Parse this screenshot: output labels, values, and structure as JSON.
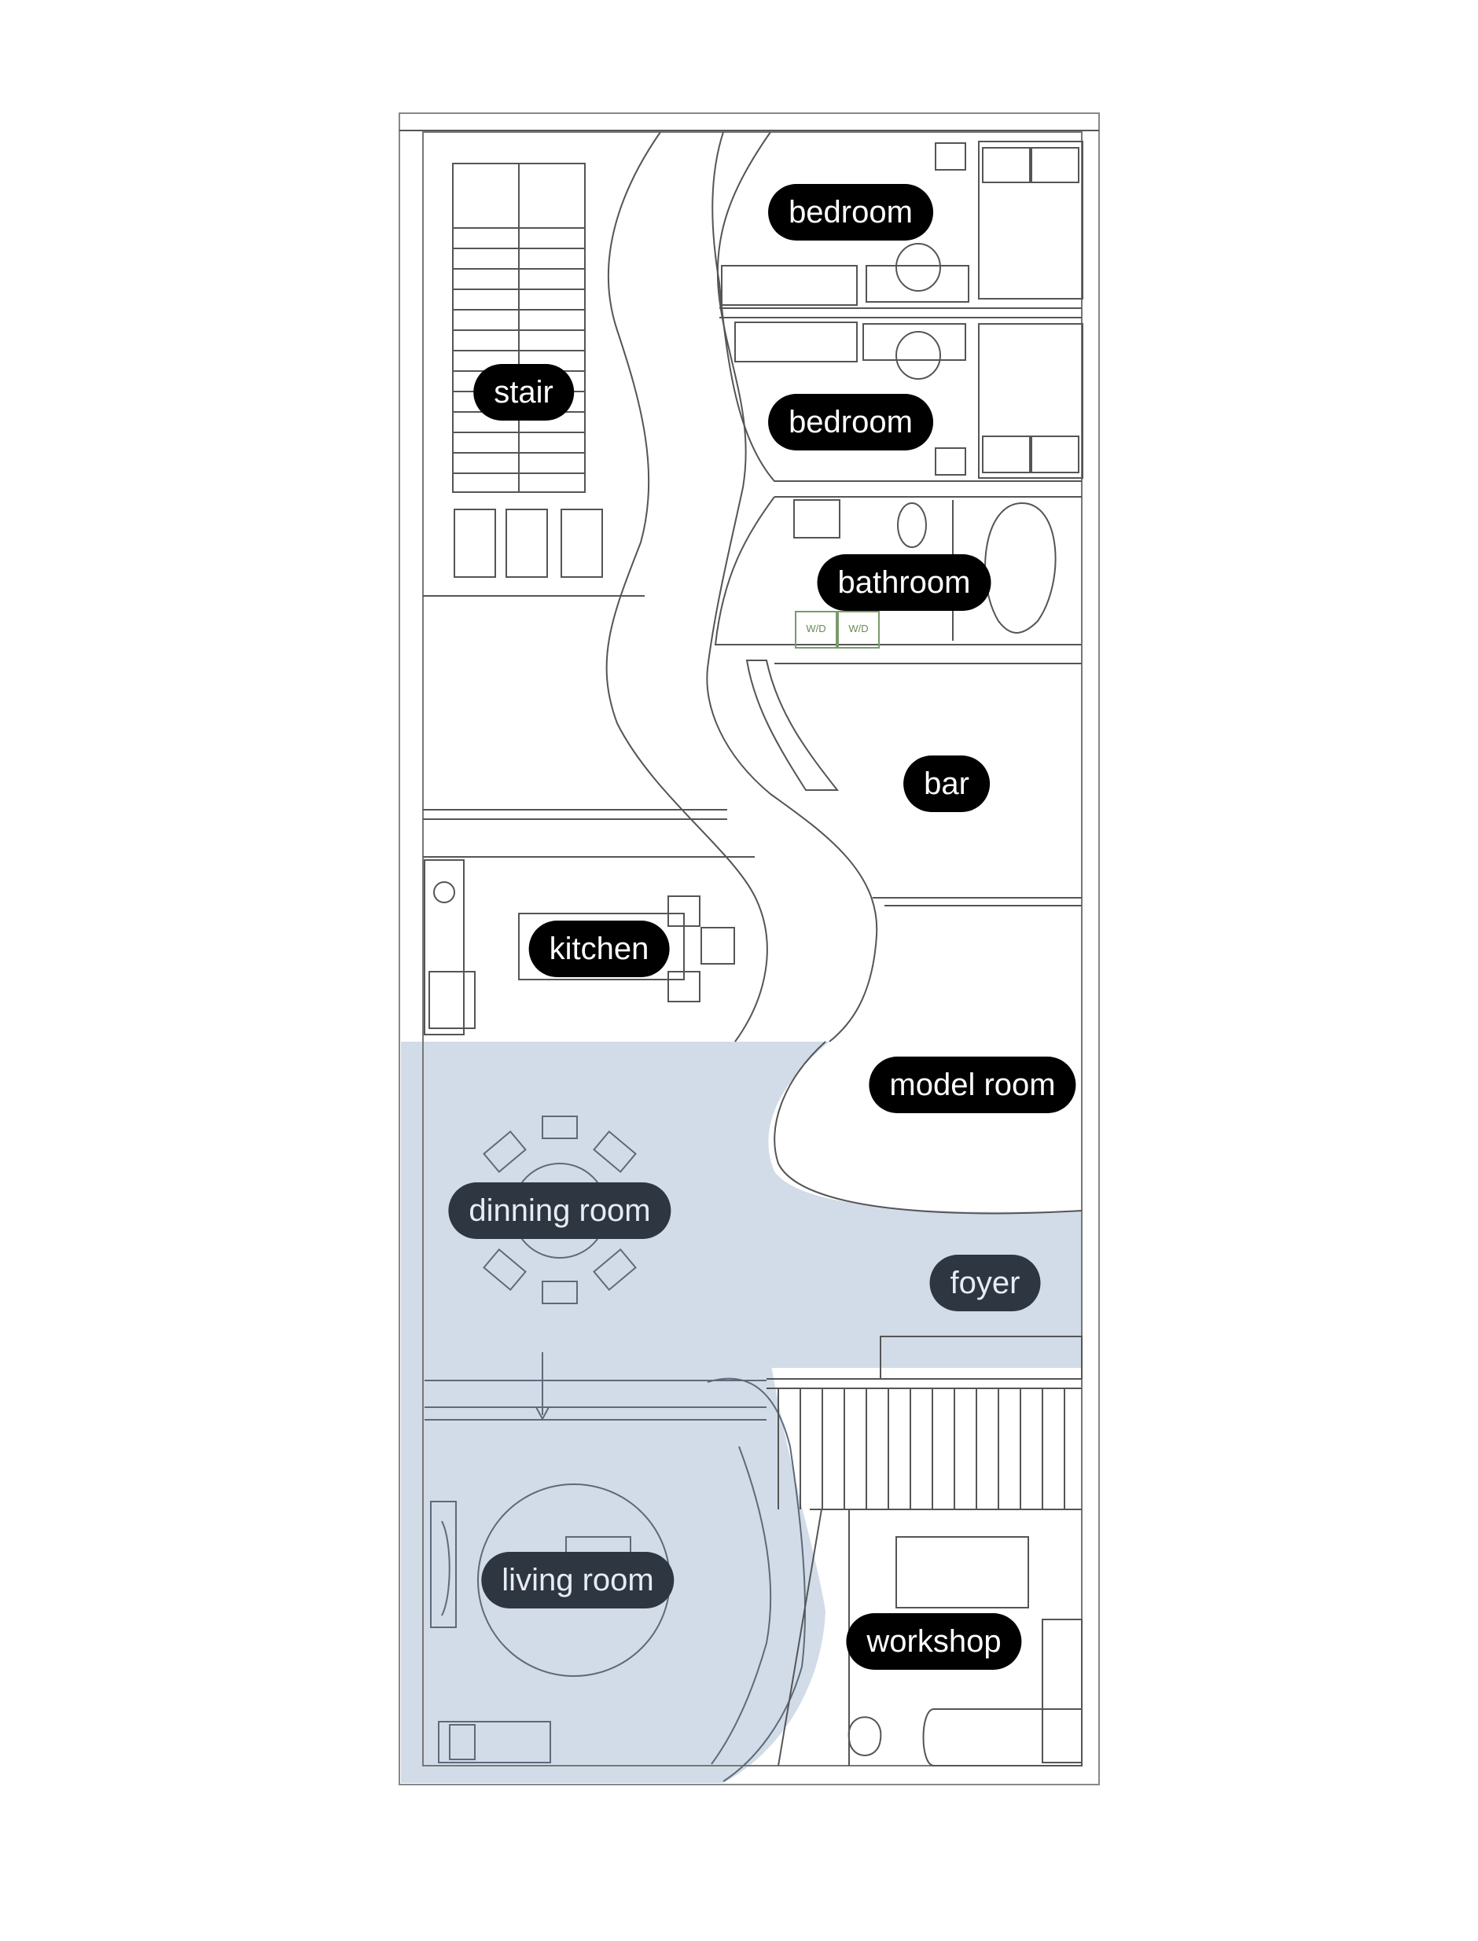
{
  "rooms": {
    "bedroom_upper": "bedroom",
    "bedroom_lower": "bedroom",
    "stair": "stair",
    "bathroom": "bathroom",
    "bar": "bar",
    "kitchen": "kitchen",
    "model_room": "model room",
    "dinning_room": "dinning room",
    "foyer": "foyer",
    "living_room": "living room",
    "workshop": "workshop"
  },
  "fixtures": {
    "washer_dryer_1": "W/D",
    "washer_dryer_2": "W/D"
  },
  "colors": {
    "highlight_zone": "#d2dce8",
    "label_dark": "#000000",
    "label_shaded": "#2e3642",
    "linework": "#555555"
  }
}
